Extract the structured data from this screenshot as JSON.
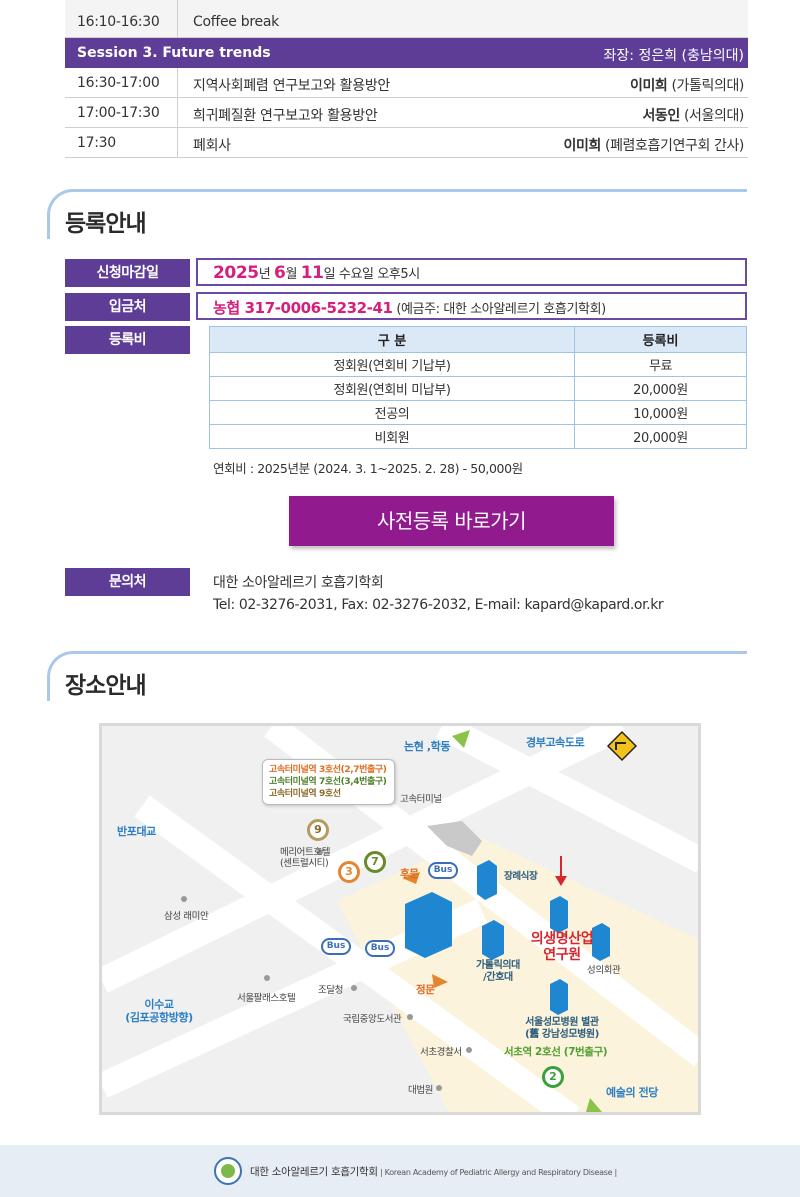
{
  "schedule": {
    "rows_before": [
      {
        "time": "16:10-16:30",
        "title": "Coffee break",
        "speaker_name": "",
        "speaker_aff": ""
      }
    ],
    "session": {
      "title": "Session 3. Future trends",
      "chair": "좌장: 정은희 (충남의대)"
    },
    "rows_after": [
      {
        "time": "16:30-17:00",
        "title": "지역사회폐렴 연구보고와 활용방안",
        "speaker_name": "이미희",
        "speaker_aff": " (가톨릭의대)"
      },
      {
        "time": "17:00-17:30",
        "title": "희귀폐질환 연구보고와 활용방안",
        "speaker_name": "서동인",
        "speaker_aff": " (서울의대)"
      },
      {
        "time": "17:30",
        "title": "폐회사",
        "speaker_name": "이미희",
        "speaker_aff": " (폐렴호흡기연구회 간사)"
      }
    ]
  },
  "registration": {
    "heading": "등록안내",
    "deadline": {
      "label": "신청마감일",
      "year": "2025",
      "year_unit": "년 ",
      "month": "6",
      "month_unit": "월 ",
      "day": "11",
      "rest": "일 수요일 오후5시"
    },
    "account": {
      "label": "입금처",
      "bank": "농협 317-0006-5232-41",
      "holder": " (예금주: 대한 소아알레르기 호흡기학회)"
    },
    "fees": {
      "label": "등록비",
      "headers": [
        "구 분",
        "등록비"
      ],
      "rows": [
        [
          "정회원(연회비 기납부)",
          "무료"
        ],
        [
          "정회원(연회비 미납부)",
          "20,000원"
        ],
        [
          "전공의",
          "10,000원"
        ],
        [
          "비회원",
          "20,000원"
        ]
      ],
      "note": "연회비 : 2025년분 (2024. 3. 1~2025. 2. 28) - 50,000원"
    },
    "pre_register_button": "사전등록 바로가기",
    "contact": {
      "label": "문의처",
      "line1": "대한 소아알레르기 호흡기학회",
      "line2": "Tel: 02-3276-2031, Fax: 02-3276-2032, E-mail: kapard@kapard.or.kr"
    }
  },
  "venue": {
    "heading": "장소안내",
    "map": {
      "callout": [
        "고속터미널역 3호선(2,7번출구)",
        "고속터미널역 7호선(3,4번출구)",
        "고속터미널역 9호선"
      ],
      "line9": "9",
      "line3": "3",
      "line7": "7",
      "line2": "2",
      "bus": "Bus",
      "places": {
        "nonhyeon": "논현 ,학동",
        "expressway": "경부고속도로",
        "banpo": "반포대교",
        "terminal": "고속터미널",
        "marriott": "메리어트호텔\n(센트럴시티)",
        "backgate": "후문",
        "cafeteria": "장례식장",
        "samsung": "삼성 래미안",
        "target_line1": "의생명산업",
        "target_line2": "연구원",
        "catholic": "가톨릭의대\n/간호대",
        "seongui": "성의회관",
        "palace": "서울팔래스호텔",
        "jodal": "조달청",
        "maingate": "정문",
        "isugyo": "이수교\n(김포공항방향)",
        "library": "국립중앙도서관",
        "hospital": "서울성모병원 별관\n(舊 강남성모병원)",
        "police": "서초경찰서",
        "seocho_station": "서초역 2호선 (7번출구)",
        "court": "대법원",
        "arts": "예술의 전당"
      }
    }
  },
  "footer": {
    "org_ko": "대한 소아알레르기 호흡기학회",
    "org_en": " | Korean Academy of Pediatric Allergy and Respiratory Disease |"
  },
  "colors": {
    "purple": "#5e3d97",
    "magenta": "#921a8f",
    "pink": "#d61f7c",
    "light_blue": "#a9c8ea"
  }
}
